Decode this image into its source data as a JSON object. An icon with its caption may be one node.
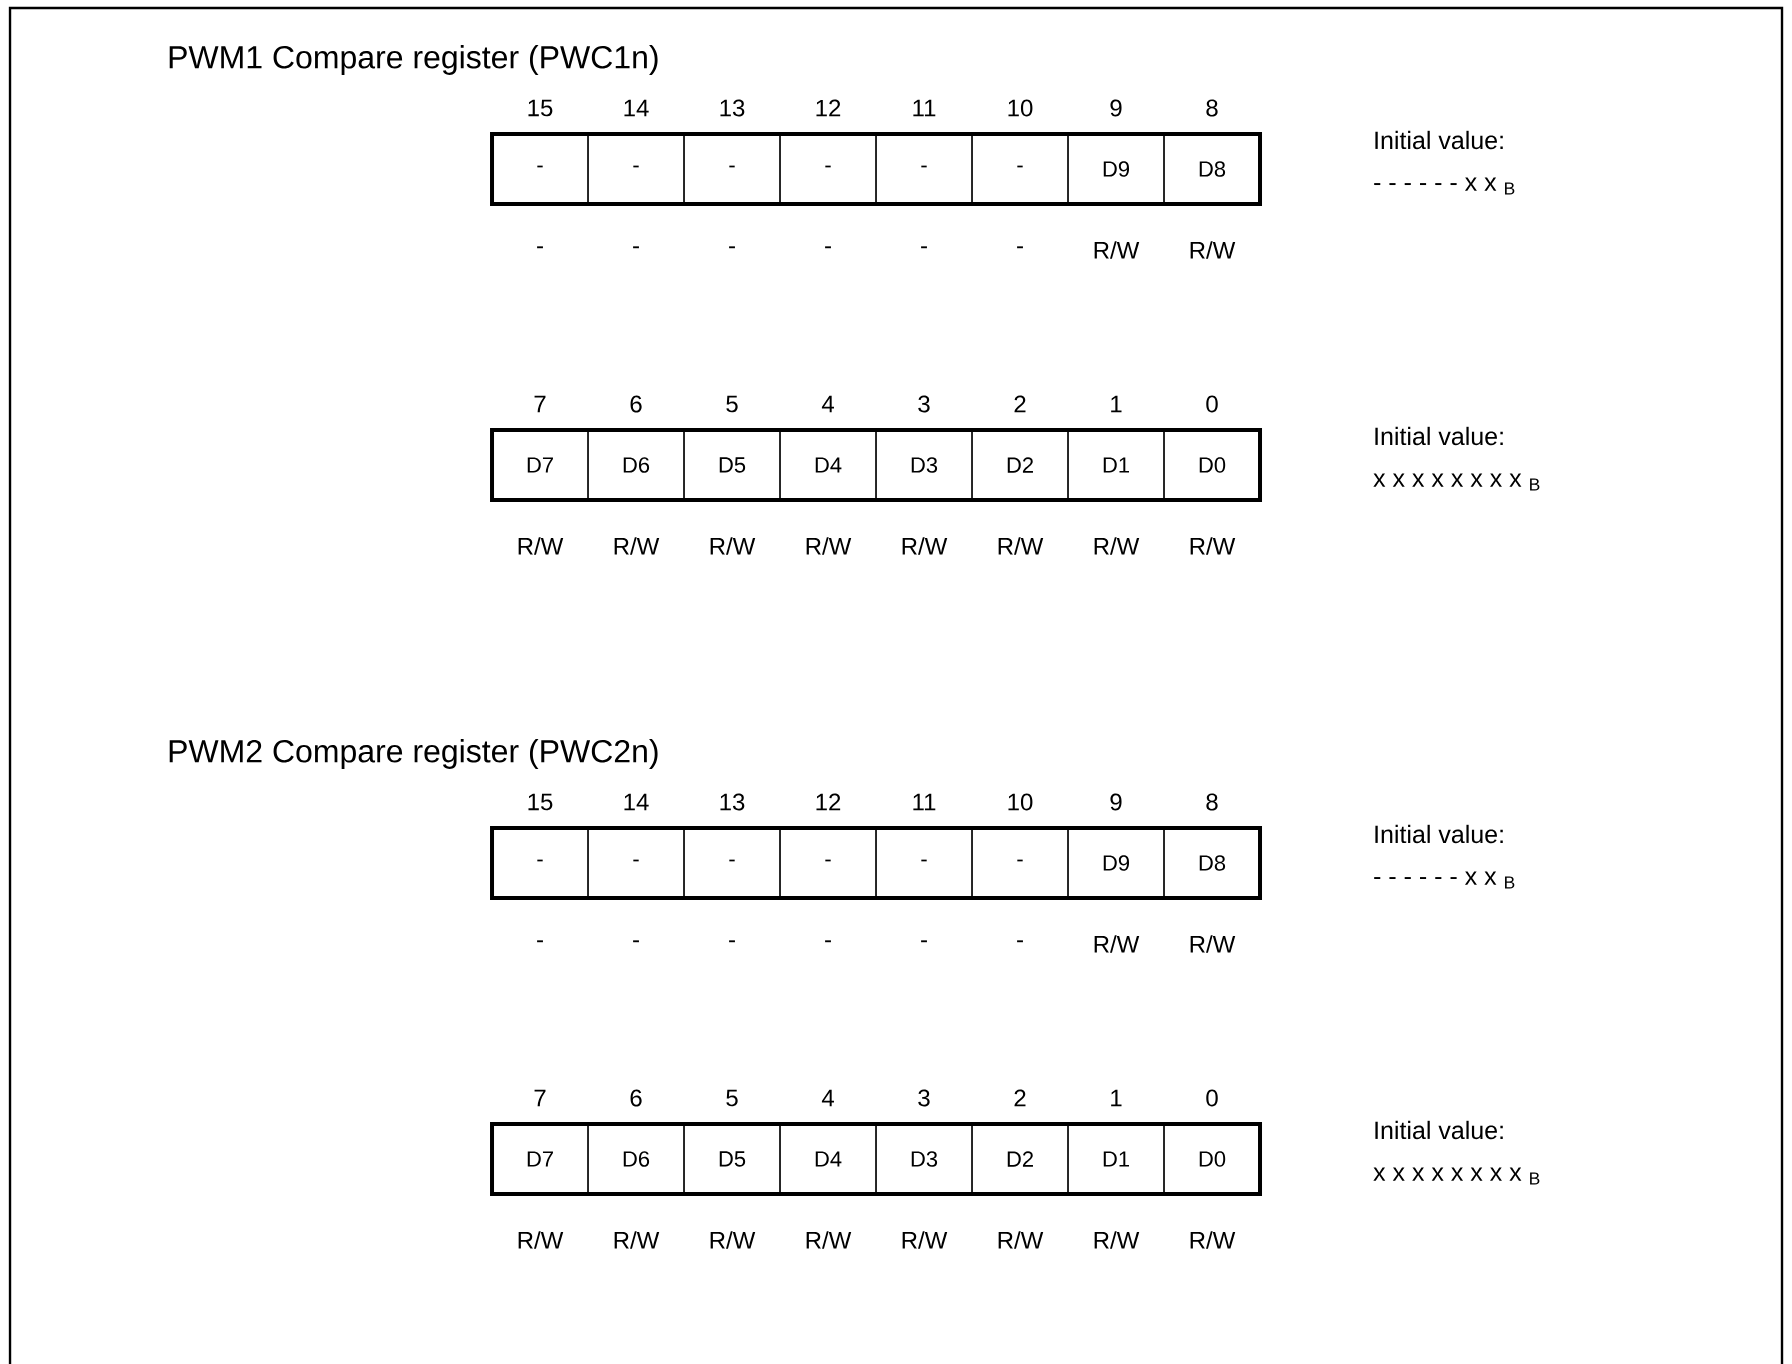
{
  "diagram": {
    "nodes": [
      {
        "text": [
          "-"
        ]
      },
      {
        "text": [
          "-"
        ]
      },
      {
        "text": [
          "-"
        ]
      },
      {
        "text": [
          "-"
        ]
      },
      {
        "text": [
          "-"
        ]
      },
      {
        "text": [
          "-"
        ]
      },
      {
        "text": [
          "D9"
        ]
      },
      {
        "text": [
          "D8"
        ]
      },
      {
        "text": [
          "D7"
        ]
      },
      {
        "text": [
          "D6"
        ]
      },
      {
        "text": [
          "D5"
        ]
      },
      {
        "text": [
          "D4"
        ]
      },
      {
        "text": [
          "D3"
        ]
      },
      {
        "text": [
          "D2"
        ]
      },
      {
        "text": [
          "D1"
        ]
      },
      {
        "text": [
          "D0"
        ]
      },
      {
        "text": [
          "-"
        ]
      },
      {
        "text": [
          "-"
        ]
      },
      {
        "text": [
          "-"
        ]
      },
      {
        "text": [
          "-"
        ]
      },
      {
        "text": [
          "-"
        ]
      },
      {
        "text": [
          "-"
        ]
      },
      {
        "text": [
          "D9"
        ]
      },
      {
        "text": [
          "D8"
        ]
      },
      {
        "text": [
          "D7"
        ]
      },
      {
        "text": [
          "D6"
        ]
      },
      {
        "text": [
          "D5"
        ]
      },
      {
        "text": [
          "D4"
        ]
      },
      {
        "text": [
          "D3"
        ]
      },
      {
        "text": [
          "D2"
        ]
      },
      {
        "text": [
          "D1"
        ]
      },
      {
        "text": [
          "D0"
        ]
      }
    ],
    "labels": [
      "PWM1 Compare register (PWC1n)",
      "15",
      "14",
      "13",
      "12",
      "11",
      "10",
      "9",
      "8",
      "Initial value:",
      "- - - - - - x x $_{B}$",
      "-",
      "-",
      "-",
      "-",
      "-",
      "-",
      "R/W",
      "R/W",
      "7",
      "6",
      "5",
      "4",
      "3",
      "2",
      "1",
      "0",
      "Initial value:",
      "x x x x x x x x $_{B}$",
      "R/W",
      "R/W",
      "R/W",
      "R/W",
      "R/W",
      "R/W",
      "R/W",
      "R/W",
      "PWM2 Compare register (PWC2n)",
      "15",
      "14",
      "13",
      "12",
      "11",
      "10",
      "9",
      "8",
      "Initial value:",
      "- - - - - - x x $_{B}$",
      "-",
      "-",
      "-",
      "-",
      "-",
      "-",
      "R/W",
      "R/W",
      "7",
      "6",
      "5",
      "4",
      "3",
      "2",
      "1",
      "0",
      "Initial value:",
      "x x x x x x x x $_{B}$",
      "R/W",
      "R/W",
      "R/W",
      "R/W",
      "R/W",
      "R/W",
      "R/W",
      "R/W"
    ]
  }
}
